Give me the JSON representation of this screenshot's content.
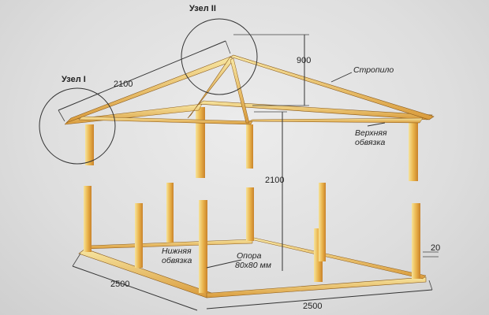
{
  "labels": {
    "node1": "Узел I",
    "node2": "Узел II",
    "rafter": "Стропило",
    "top_beam_line1": "Верхняя",
    "top_beam_line2": "обвязка",
    "bottom_beam_line1": "Нижняя",
    "bottom_beam_line2": "обвязка",
    "support_line1": "Опора",
    "support_line2": "80х80 мм"
  },
  "dimensions": {
    "rafter_length": "2100",
    "ridge_height": "900",
    "post_height": "2100",
    "base_left": "2500",
    "base_front": "2500",
    "beam_height": "20"
  },
  "colors": {
    "wood_light": "#f3d98a",
    "wood_mid": "#e8b24a",
    "wood_dark": "#c9822a",
    "ink": "#222222"
  }
}
